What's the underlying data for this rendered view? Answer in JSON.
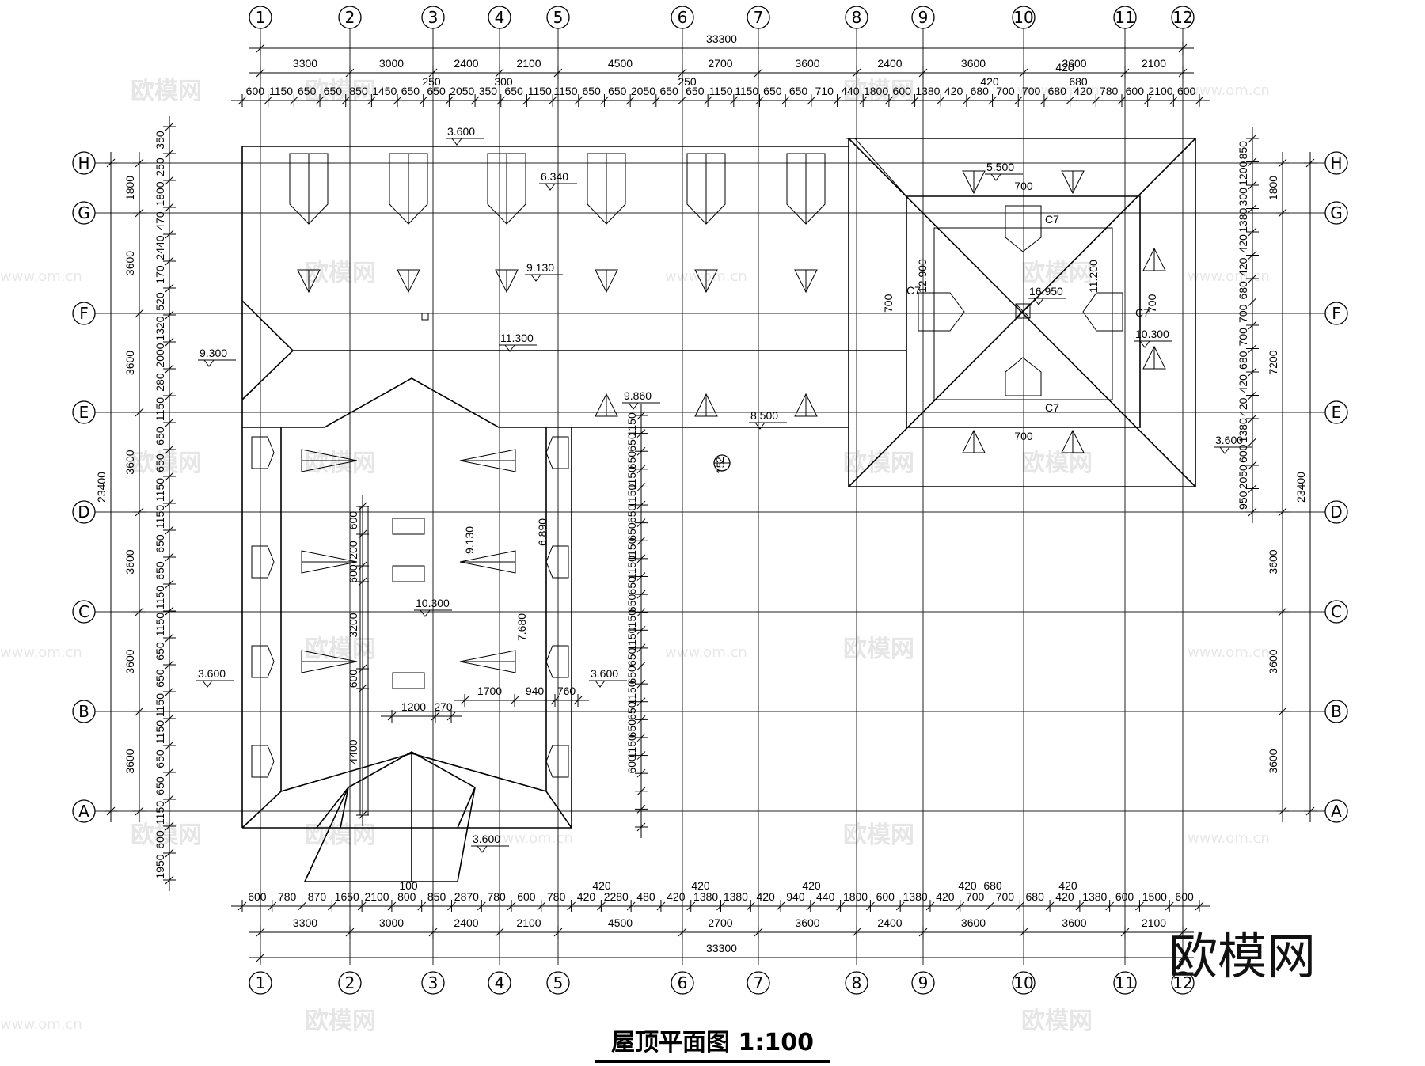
{
  "drawing": {
    "title": "屋顶平面图 1:100",
    "brand_watermark": "欧模网",
    "watermark_text": "欧模网",
    "watermark_url": "www.om.cn"
  },
  "axes": {
    "columns": [
      "1",
      "2",
      "3",
      "4",
      "5",
      "6",
      "7",
      "8",
      "9",
      "10",
      "11",
      "12"
    ],
    "rows": [
      "H",
      "G",
      "F",
      "E",
      "D",
      "C",
      "B",
      "A"
    ],
    "column_spacing": [
      "3300",
      "3000",
      "2400",
      "2100",
      "4500",
      "2700",
      "3600",
      "2400",
      "3600",
      "3600",
      "2100"
    ],
    "total_width": "33300",
    "left_row_spacing": [
      "1800",
      "3600",
      "3600",
      "3600",
      "3600",
      "3600",
      "3600"
    ],
    "right_row_spacing": [
      "1800",
      "7200",
      "3600",
      "3600",
      "3600",
      "3600"
    ],
    "total_depth": "23400"
  },
  "dimensions": {
    "top_detail": [
      "600",
      "1150",
      "650",
      "650",
      "850",
      "1450",
      "650",
      "650",
      "2050",
      "350",
      "650",
      "1150",
      "1150",
      "650",
      "650",
      "2050",
      "650",
      "650",
      "1150",
      "1150",
      "650",
      "650",
      "710",
      "440",
      "1800",
      "600",
      "1380",
      "420",
      "680",
      "700",
      "700",
      "680",
      "420",
      "780",
      "600",
      "2100",
      "600"
    ],
    "top_extra": [
      "250",
      "300",
      "250",
      "420",
      "680",
      "420"
    ],
    "bottom_detail": [
      "600",
      "780",
      "870",
      "1650",
      "2100",
      "800",
      "850",
      "2870",
      "780",
      "600",
      "780",
      "420",
      "2280",
      "480",
      "420",
      "1380",
      "1380",
      "420",
      "940",
      "440",
      "1800",
      "600",
      "1380",
      "420",
      "700",
      "700",
      "680",
      "420",
      "1380",
      "600",
      "1500",
      "600"
    ],
    "bottom_extra": [
      "100",
      "420",
      "420",
      "420",
      "420",
      "680",
      "420"
    ],
    "left_detail": [
      "350",
      "250",
      "1800",
      "470",
      "2440",
      "170",
      "520",
      "1320",
      "2000",
      "280",
      "1150",
      "650",
      "650",
      "1150",
      "1150",
      "650",
      "650",
      "1150",
      "1150",
      "650",
      "650",
      "1150",
      "1150",
      "650",
      "650",
      "1150",
      "600",
      "1950"
    ],
    "right_detail": [
      "850",
      "1200",
      "300",
      "1380",
      "420",
      "420",
      "680",
      "700",
      "700",
      "680",
      "420",
      "420",
      "1380",
      "600",
      "2050",
      "950"
    ],
    "inner_dims": [
      "1700",
      "940",
      "760",
      "1200",
      "270",
      "600",
      "200",
      "600",
      "600",
      "3200",
      "600",
      "4400",
      "700",
      "700",
      "700",
      "700"
    ]
  },
  "elevations": [
    "3.600",
    "6.340",
    "9.130",
    "11.300",
    "9.300",
    "9.860",
    "8.500",
    "5.500",
    "12.900",
    "11.200",
    "16.950",
    "10.300",
    "3.600",
    "6.890",
    "9.130",
    "10.300",
    "7.680",
    "3.600",
    "3.600",
    "3.600"
  ],
  "window_labels": [
    "C7",
    "C7",
    "C7",
    "C7"
  ],
  "section_mark": {
    "number": "2",
    "sheet": "15"
  }
}
